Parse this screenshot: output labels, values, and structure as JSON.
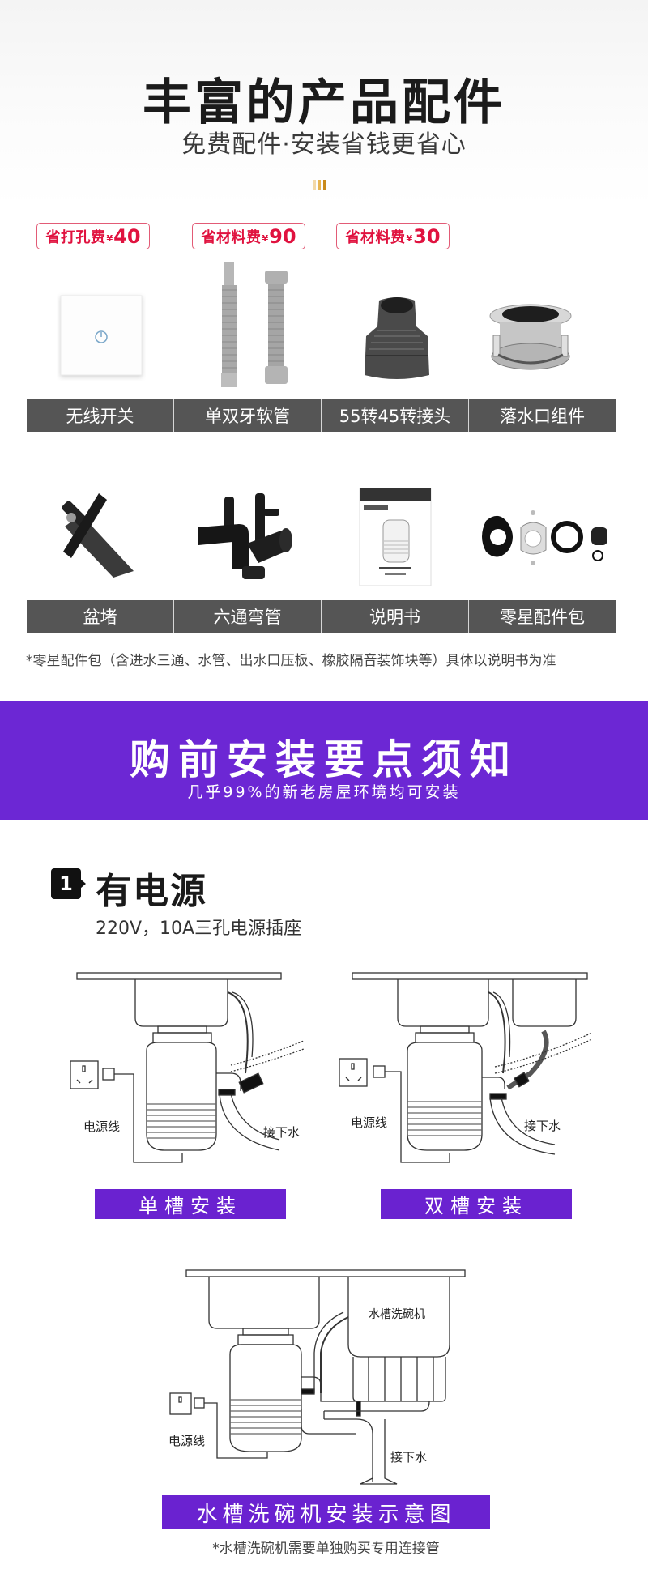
{
  "header": {
    "title": "丰富的产品配件",
    "subtitle": "免费配件·安装省钱更省心",
    "accent_colors": [
      "#f3d9a8",
      "#e7b552",
      "#c98a1c"
    ]
  },
  "tags": [
    {
      "text": "省打孔费",
      "currency": "¥",
      "amount": "40"
    },
    {
      "text": "省材料费",
      "currency": "¥",
      "amount": "90"
    },
    {
      "text": "省材料费",
      "currency": "¥",
      "amount": "30"
    }
  ],
  "accessories_row1": [
    {
      "label": "无线开关",
      "icon": "wireless-switch-image"
    },
    {
      "label": "单双牙软管",
      "icon": "flexible-hose-image"
    },
    {
      "label": "55转45转接头",
      "icon": "adapter-fitting-image"
    },
    {
      "label": "落水口组件",
      "icon": "drain-flange-image"
    }
  ],
  "accessories_row2": [
    {
      "label": "盆堵",
      "icon": "sink-stopper-image"
    },
    {
      "label": "六通弯管",
      "icon": "six-way-elbow-image"
    },
    {
      "label": "说明书",
      "icon": "manual-image"
    },
    {
      "label": "零星配件包",
      "icon": "parts-kit-image"
    }
  ],
  "accessories_note": "*零星配件包（含进水三通、水管、出水口压板、橡胶隔音装饰块等）具体以说明书为准",
  "banner": {
    "title": "购前安装要点须知",
    "subtitle": "几乎99%的新老房屋环境均可安装",
    "color": "#6c27d4"
  },
  "section1": {
    "number": "1",
    "title": "有电源",
    "description": "220V，10A三孔电源插座"
  },
  "diagrams": {
    "single": {
      "label": "单槽安装",
      "power_cord": "电源线",
      "drain": "接下水"
    },
    "double": {
      "label": "双槽安装",
      "power_cord": "电源线",
      "drain": "接下水"
    },
    "dishwasher": {
      "label": "水槽洗碗机安装示意图",
      "power_cord": "电源线",
      "drain": "接下水",
      "appliance": "水槽洗碗机"
    },
    "note": "*水槽洗碗机需要单独购买专用连接管",
    "label_color": "#6a22d0"
  }
}
